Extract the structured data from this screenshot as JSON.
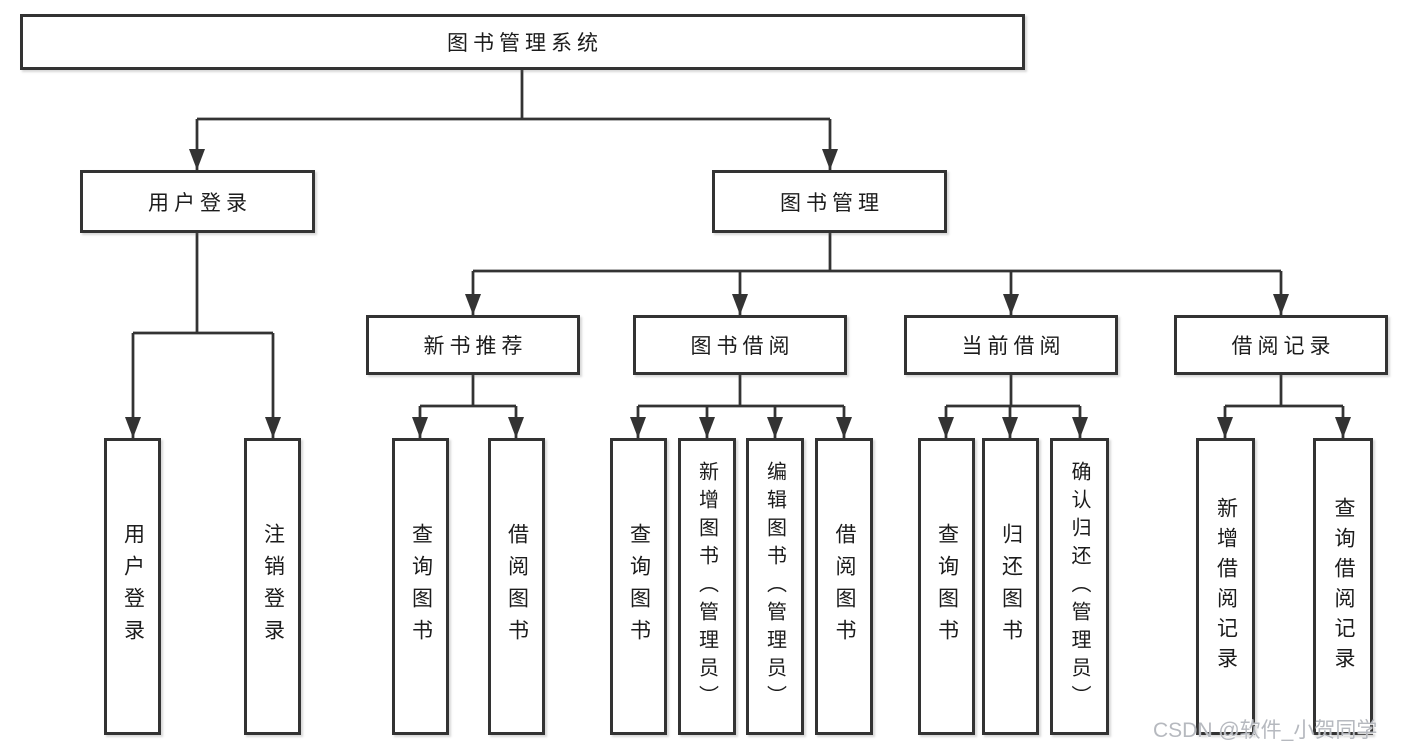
{
  "diagram": {
    "root": {
      "label": "图书管理系统"
    },
    "level2": [
      {
        "label": "用户登录"
      },
      {
        "label": "图书管理"
      }
    ],
    "level3": [
      {
        "label": "新书推荐",
        "parent": "图书管理"
      },
      {
        "label": "图书借阅",
        "parent": "图书管理"
      },
      {
        "label": "当前借阅",
        "parent": "图书管理"
      },
      {
        "label": "借阅记录",
        "parent": "图书管理"
      }
    ],
    "leaves": [
      {
        "label": "用户登录",
        "parent": "用户登录"
      },
      {
        "label": "注销登录",
        "parent": "用户登录"
      },
      {
        "label": "查询图书",
        "parent": "新书推荐"
      },
      {
        "label": "借阅图书",
        "parent": "新书推荐"
      },
      {
        "label": "查询图书",
        "parent": "图书借阅"
      },
      {
        "label": "新增图书（管理员）",
        "parent": "图书借阅"
      },
      {
        "label": "编辑图书（管理员）",
        "parent": "图书借阅"
      },
      {
        "label": "借阅图书",
        "parent": "图书借阅"
      },
      {
        "label": "查询图书",
        "parent": "当前借阅"
      },
      {
        "label": "归还图书",
        "parent": "当前借阅"
      },
      {
        "label": "确认归还（管理员）",
        "parent": "当前借阅"
      },
      {
        "label": "新增借阅记录",
        "parent": "借阅记录"
      },
      {
        "label": "查询借阅记录",
        "parent": "借阅记录"
      }
    ]
  },
  "watermark": "CSDN @软件_小贺同学",
  "colors": {
    "line": "#333333",
    "text": "#1c1c1c",
    "box_background": "#ffffff",
    "watermark": "#b6b9bf",
    "background": "#ffffff"
  }
}
